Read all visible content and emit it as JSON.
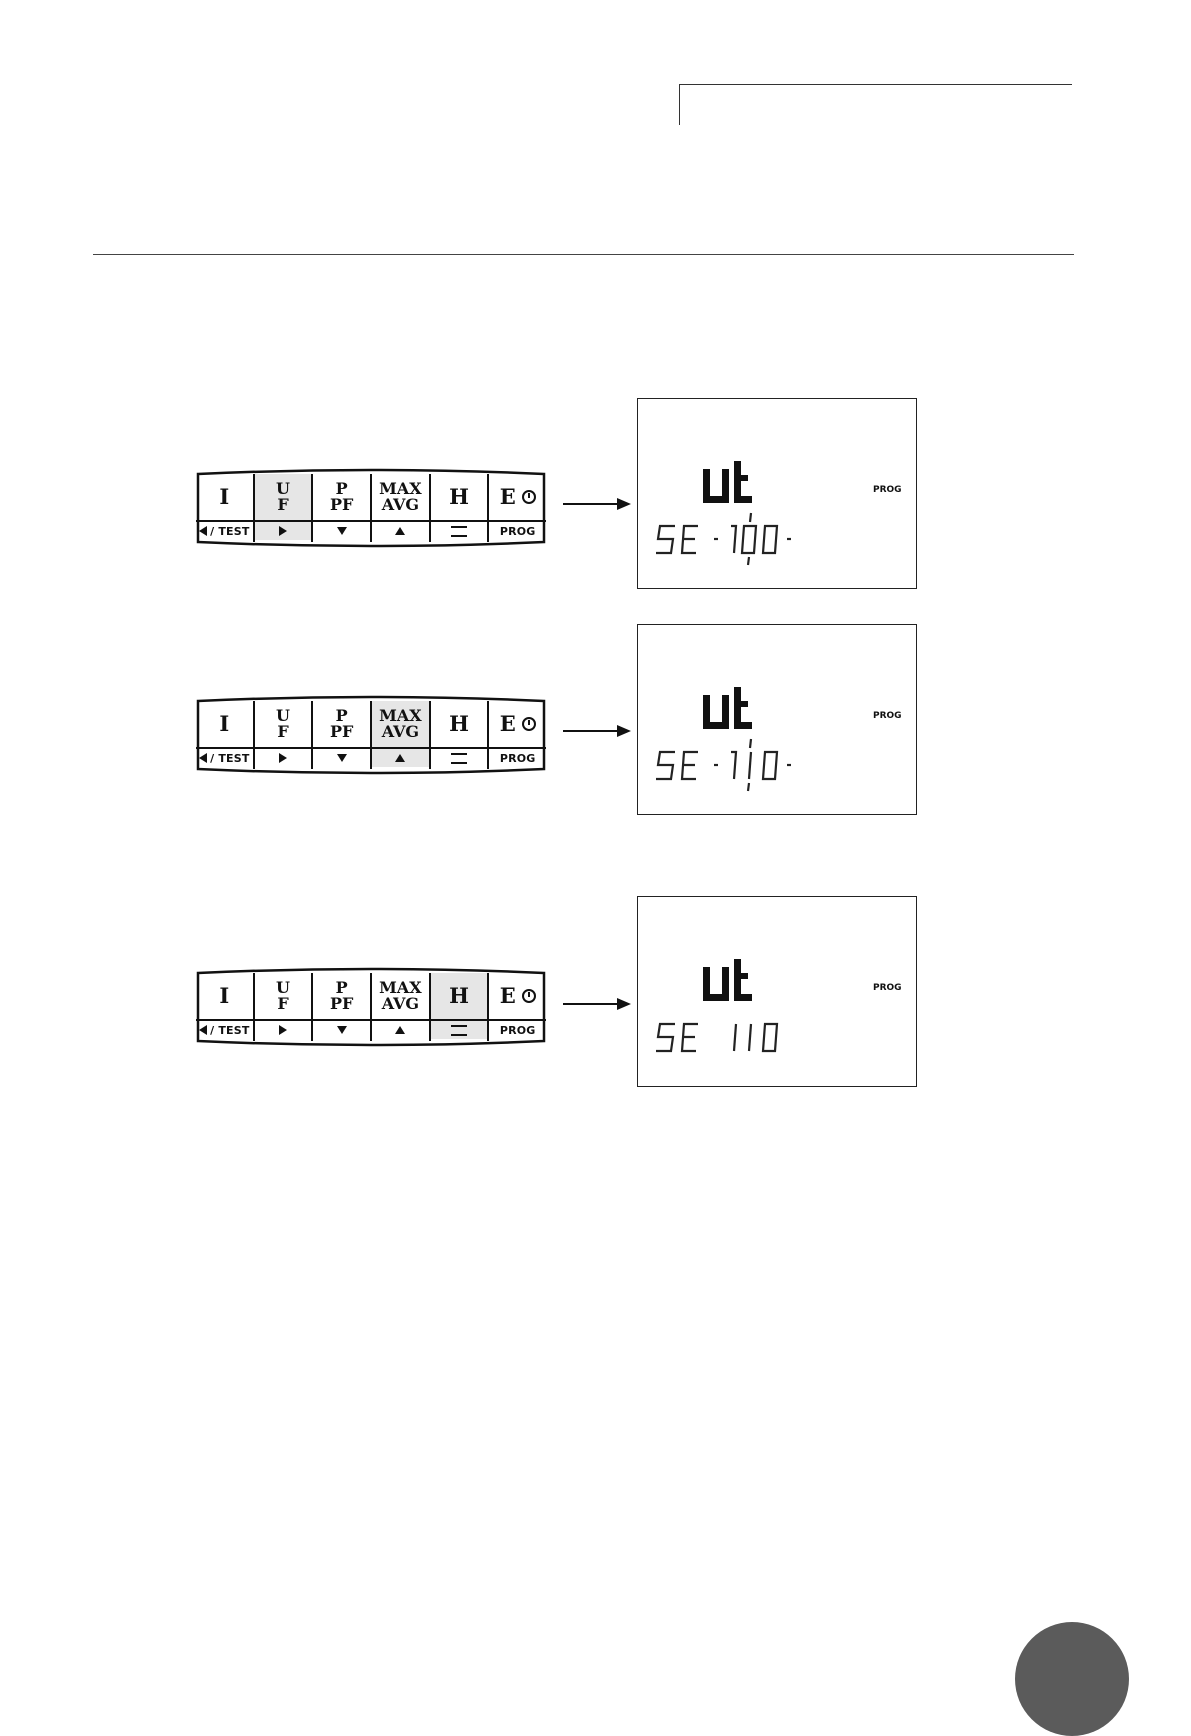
{
  "keypad": {
    "keys": [
      {
        "top": [
          "I"
        ],
        "bottom": "/ TEST",
        "bottom_icon": "left-arrow"
      },
      {
        "top": [
          "U",
          "F"
        ],
        "bottom": "",
        "bottom_icon": "right-arrow"
      },
      {
        "top": [
          "P",
          "PF"
        ],
        "bottom": "",
        "bottom_icon": "down-arrow"
      },
      {
        "top": [
          "MAX",
          "AVG"
        ],
        "bottom": "",
        "bottom_icon": "up-arrow"
      },
      {
        "top": [
          "H"
        ],
        "bottom": "",
        "bottom_icon": "swap"
      },
      {
        "top": [
          "E"
        ],
        "top_icon": "clock",
        "bottom": "PROG",
        "bottom_icon": ""
      }
    ]
  },
  "steps": [
    {
      "highlight_key": "U F",
      "display": {
        "top": "Ut",
        "bottom": "SE -100 -",
        "indicator": "PROG"
      }
    },
    {
      "highlight_key": "MAX AVG",
      "display": {
        "top": "Ut",
        "bottom": "SE -110 -",
        "indicator": "PROG"
      }
    },
    {
      "highlight_key": "H",
      "display": {
        "top": "Ut",
        "bottom": "SE 110",
        "indicator": "PROG"
      }
    }
  ],
  "labels": {
    "key_I": "I",
    "key_U": "U",
    "key_F": "F",
    "key_P": "P",
    "key_PF": "PF",
    "key_MAX": "MAX",
    "key_AVG": "AVG",
    "key_H": "H",
    "key_E": "E",
    "test": "/ TEST",
    "prog": "PROG"
  }
}
